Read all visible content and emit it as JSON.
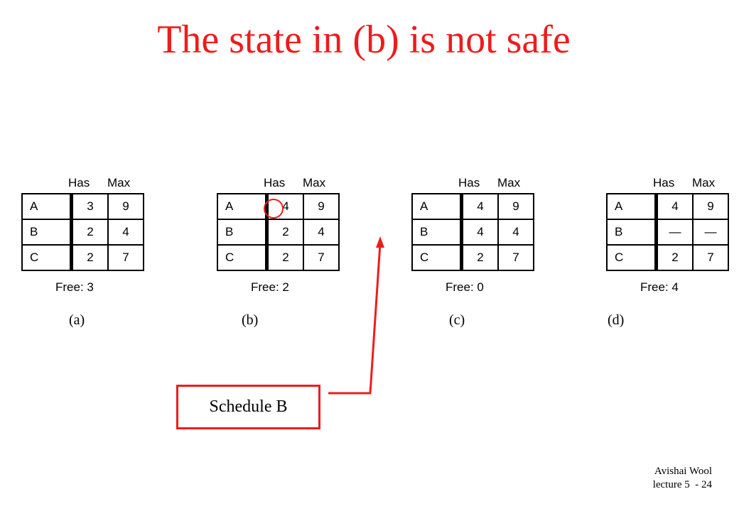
{
  "title": "The state in (b) is not safe",
  "headers": {
    "has": "Has",
    "max": "Max"
  },
  "panels": [
    {
      "caption": "(a)",
      "free": "Free: 3",
      "rows": [
        {
          "label": "A",
          "has": "3",
          "max": "9"
        },
        {
          "label": "B",
          "has": "2",
          "max": "4"
        },
        {
          "label": "C",
          "has": "2",
          "max": "7"
        }
      ]
    },
    {
      "caption": "(b)",
      "free": "Free: 2",
      "highlight": "A-has",
      "rows": [
        {
          "label": "A",
          "has": "4",
          "max": "9"
        },
        {
          "label": "B",
          "has": "2",
          "max": "4"
        },
        {
          "label": "C",
          "has": "2",
          "max": "7"
        }
      ]
    },
    {
      "caption": "(c)",
      "free": "Free: 0",
      "rows": [
        {
          "label": "A",
          "has": "4",
          "max": "9"
        },
        {
          "label": "B",
          "has": "4",
          "max": "4"
        },
        {
          "label": "C",
          "has": "2",
          "max": "7"
        }
      ]
    },
    {
      "caption": "(d)",
      "free": "Free: 4",
      "rows": [
        {
          "label": "A",
          "has": "4",
          "max": "9"
        },
        {
          "label": "B",
          "has": "—",
          "max": "—"
        },
        {
          "label": "C",
          "has": "2",
          "max": "7"
        }
      ]
    }
  ],
  "callout": "Schedule B",
  "footer": {
    "author": "Avishai Wool",
    "page": "lecture 5  - 24"
  },
  "accent_color": "#ee1c1c"
}
